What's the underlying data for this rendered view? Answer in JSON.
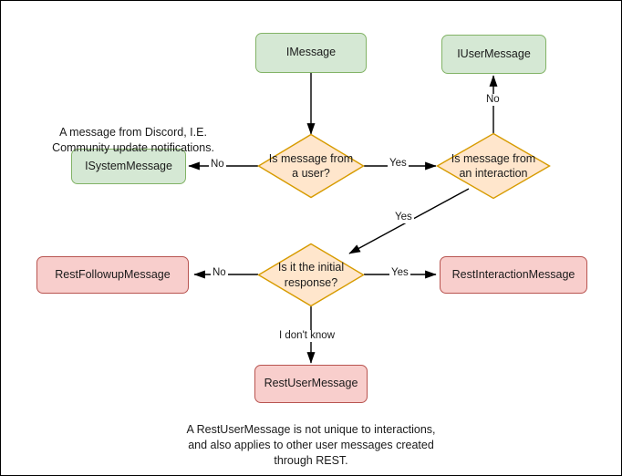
{
  "diagram": {
    "title": "Discord message type decision flowchart",
    "colors": {
      "green_fill": "#d5e8d4",
      "green_stroke": "#82b366",
      "pink_fill": "#f8cecc",
      "pink_stroke": "#b85450",
      "diamond_fill": "#ffe6cc",
      "diamond_stroke": "#d79b00",
      "edge_stroke": "#000000",
      "text": "#1a1a1a",
      "canvas_border": "#000000"
    },
    "nodes": {
      "imessage": {
        "label": "IMessage",
        "shape": "rounded-rect",
        "style": "green"
      },
      "iusermessage": {
        "label": "IUserMessage",
        "shape": "rounded-rect",
        "style": "green"
      },
      "isystemmessage": {
        "label": "ISystemMessage",
        "shape": "rounded-rect",
        "style": "green"
      },
      "restfollowupmessage": {
        "label": "RestFollowupMessage",
        "shape": "rounded-rect",
        "style": "pink"
      },
      "restinteractionmessage": {
        "label": "RestInteractionMessage",
        "shape": "rounded-rect",
        "style": "pink"
      },
      "restusermessage": {
        "label": "RestUserMessage",
        "shape": "rounded-rect",
        "style": "pink"
      },
      "q_user": {
        "label": "Is message from\na user?",
        "shape": "diamond",
        "style": "orange"
      },
      "q_interaction": {
        "label": "Is message from\nan interaction",
        "shape": "diamond",
        "style": "orange"
      },
      "q_initial": {
        "label": "Is it the initial\nresponse?",
        "shape": "diamond",
        "style": "orange"
      }
    },
    "edges": [
      {
        "from": "imessage",
        "to": "q_user",
        "label": ""
      },
      {
        "from": "q_user",
        "to": "isystemmessage",
        "label": "No"
      },
      {
        "from": "q_user",
        "to": "q_interaction",
        "label": "Yes"
      },
      {
        "from": "q_interaction",
        "to": "iusermessage",
        "label": "No"
      },
      {
        "from": "q_interaction",
        "to": "q_initial",
        "label": "Yes"
      },
      {
        "from": "q_initial",
        "to": "restfollowupmessage",
        "label": "No"
      },
      {
        "from": "q_initial",
        "to": "restinteractionmessage",
        "label": "Yes"
      },
      {
        "from": "q_initial",
        "to": "restusermessage",
        "label": "I don't know"
      }
    ],
    "notes": {
      "system_note": "A message from Discord, I.E.\nCommunity update notifications.",
      "rest_user_note": "A RestUserMessage is not unique to interactions,\nand also applies to other user messages created\nthrough REST."
    }
  }
}
